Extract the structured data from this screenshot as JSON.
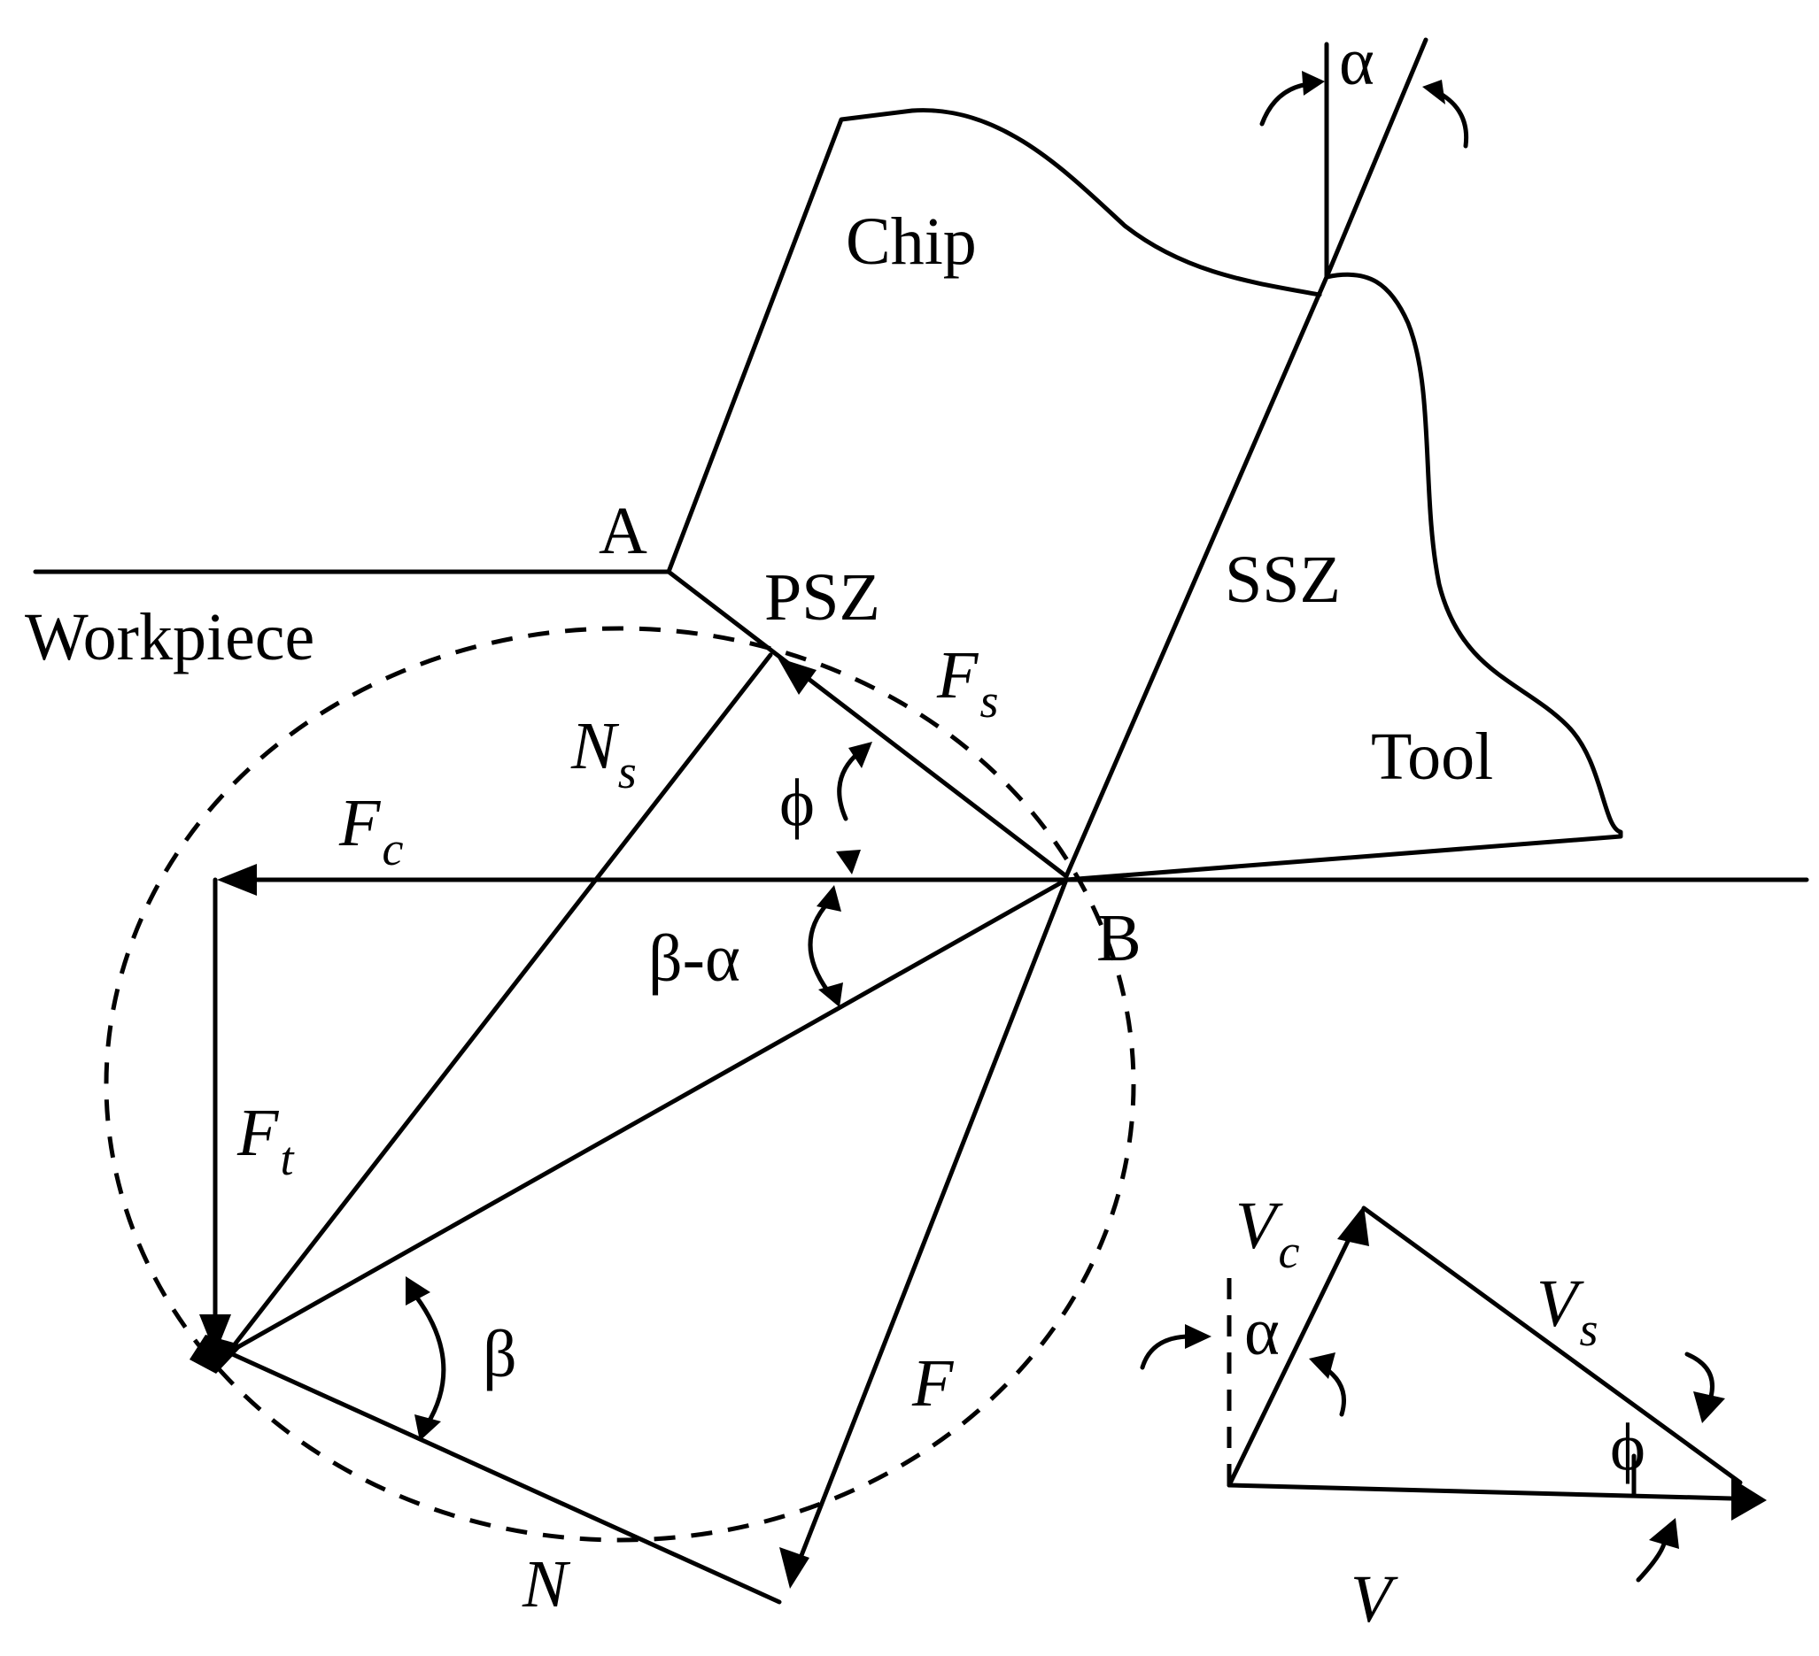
{
  "labels": {
    "chip": "Chip",
    "workpiece": "Workpiece",
    "tool": "Tool",
    "psz": "PSZ",
    "ssz": "SSZ",
    "point_a": "A",
    "point_b": "B",
    "alpha_top": "α",
    "alpha_small": "α",
    "phi_main": "ϕ",
    "phi_small": "ϕ",
    "beta_minus_alpha": "β-α",
    "beta": "β"
  },
  "forces": {
    "fs": {
      "main": "F",
      "sub": "s"
    },
    "fc": {
      "main": "F",
      "sub": "c"
    },
    "ft": {
      "main": "F",
      "sub": "t"
    },
    "ns": {
      "main": "N",
      "sub": "s"
    },
    "f": "F",
    "n": "N"
  },
  "velocities": {
    "vc": {
      "main": "V",
      "sub": "c"
    },
    "vs": {
      "main": "V",
      "sub": "s"
    },
    "v": "V"
  }
}
